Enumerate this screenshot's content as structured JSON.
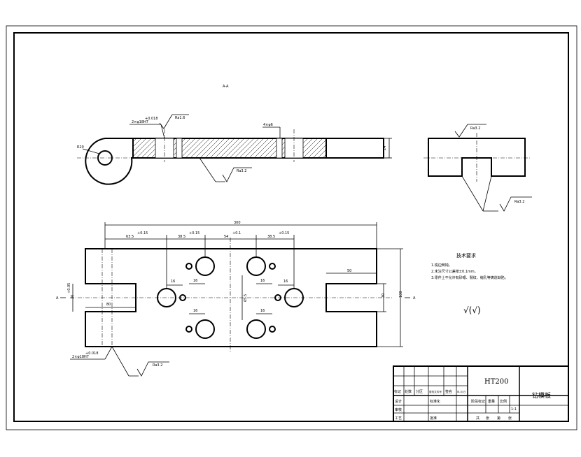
{
  "section_label": "A-A",
  "side_view": {
    "radius_label": "R20",
    "thickness_label": "24",
    "roughness_top": "Ra1.6",
    "roughness_bottom": "Ra3.2",
    "bore_tolerance_label": "2×φ18H7",
    "bore_tolerance_sup": "+0.018",
    "slot_label": "4×φ6"
  },
  "end_view": {
    "roughness_top": "Ra3.2",
    "roughness_bottom": "Ra3.2"
  },
  "plan_view": {
    "overall_length": "300",
    "dims_top": [
      {
        "text": "63.5",
        "tol": "+0.15"
      },
      {
        "text": "38.5",
        "tol": "+0.15"
      },
      {
        "text": "54",
        "tol": "+0.1"
      },
      {
        "text": "38.5",
        "tol": "+0.15"
      }
    ],
    "dim_right_slot": "50",
    "dim_left_slot": "80",
    "hole_dims": [
      "16",
      "16",
      "16",
      "16",
      "16",
      "16"
    ],
    "dim_center_vertical": "65.5",
    "dim_left_vertical": "30",
    "dim_left_vertical_tol": "+0.05",
    "dim_right_inner": "30",
    "dim_overall_height": "100",
    "section_mark_left": "A",
    "section_mark_right": "A",
    "bottom_callout": "2×φ18H7",
    "bottom_callout_sup": "+0.018",
    "bottom_roughness": "Ra3.2"
  },
  "notes": {
    "title": "技术要求",
    "items": [
      "1.锐边倒钝。",
      "2.未注尺寸公差按±0.1mm。",
      "3.零件上不允许有砂眼、裂纹、缩孔等铸造缺陷。"
    ],
    "general_roughness": "√(√)"
  },
  "title_block": {
    "material": "HT200",
    "part_name": "钻模板",
    "scale": "1:1",
    "row_labels": [
      "标记",
      "设计",
      "审核",
      "工艺"
    ],
    "header_cells": [
      "标记",
      "处数",
      "分区",
      "更改文件号",
      "签名",
      "年.月.日"
    ],
    "std_label": "标准化",
    "approve_label": "批准",
    "stage_labels": [
      "阶段标记",
      "重量",
      "比例"
    ],
    "sheet_labels": [
      "共",
      "张",
      "第",
      "张"
    ]
  }
}
